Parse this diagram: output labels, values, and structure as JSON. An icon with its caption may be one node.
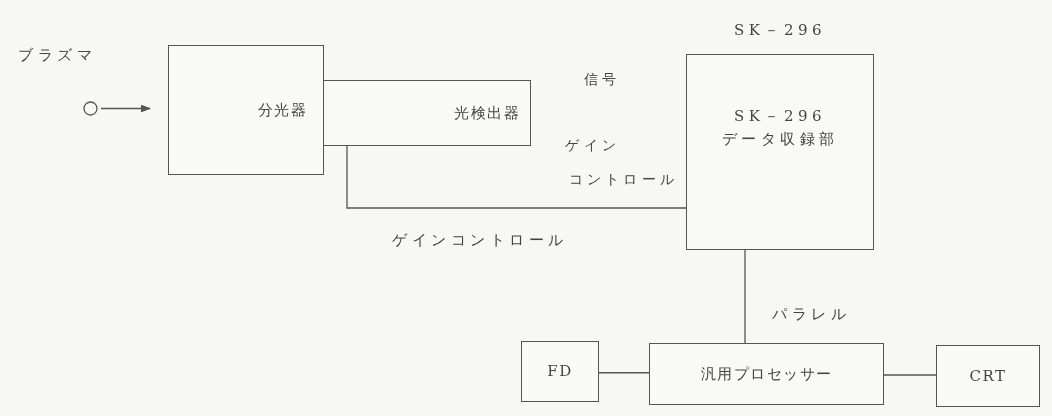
{
  "diagram": {
    "nodes": [
      {
        "text": [],
        "shape": "circle",
        "beside": [
          "ブラズマ"
        ]
      },
      {
        "text": [
          "分光器"
        ]
      },
      {
        "text": [
          "光検出器"
        ]
      },
      {
        "text": [
          "SK－296",
          "SK－296 データ収録部"
        ]
      },
      {
        "text": [
          "汎用プロセッサー"
        ]
      },
      {
        "text": [
          "FD"
        ]
      },
      {
        "text": [
          "CRT"
        ]
      }
    ],
    "edges": [
      {
        "from": 0,
        "to": 1,
        "arrow": "to"
      },
      {
        "from": 2,
        "to": 3,
        "arrow": "none",
        "label": "ゲインコントロール"
      },
      {
        "from": 3,
        "to": 4,
        "arrow": "none",
        "label": "パラレル"
      },
      {
        "from": 5,
        "to": 4,
        "arrow": "none"
      },
      {
        "from": 4,
        "to": 6,
        "arrow": "none"
      }
    ],
    "labels": [
      "信号",
      "ゲイン",
      "コントロール"
    ]
  }
}
